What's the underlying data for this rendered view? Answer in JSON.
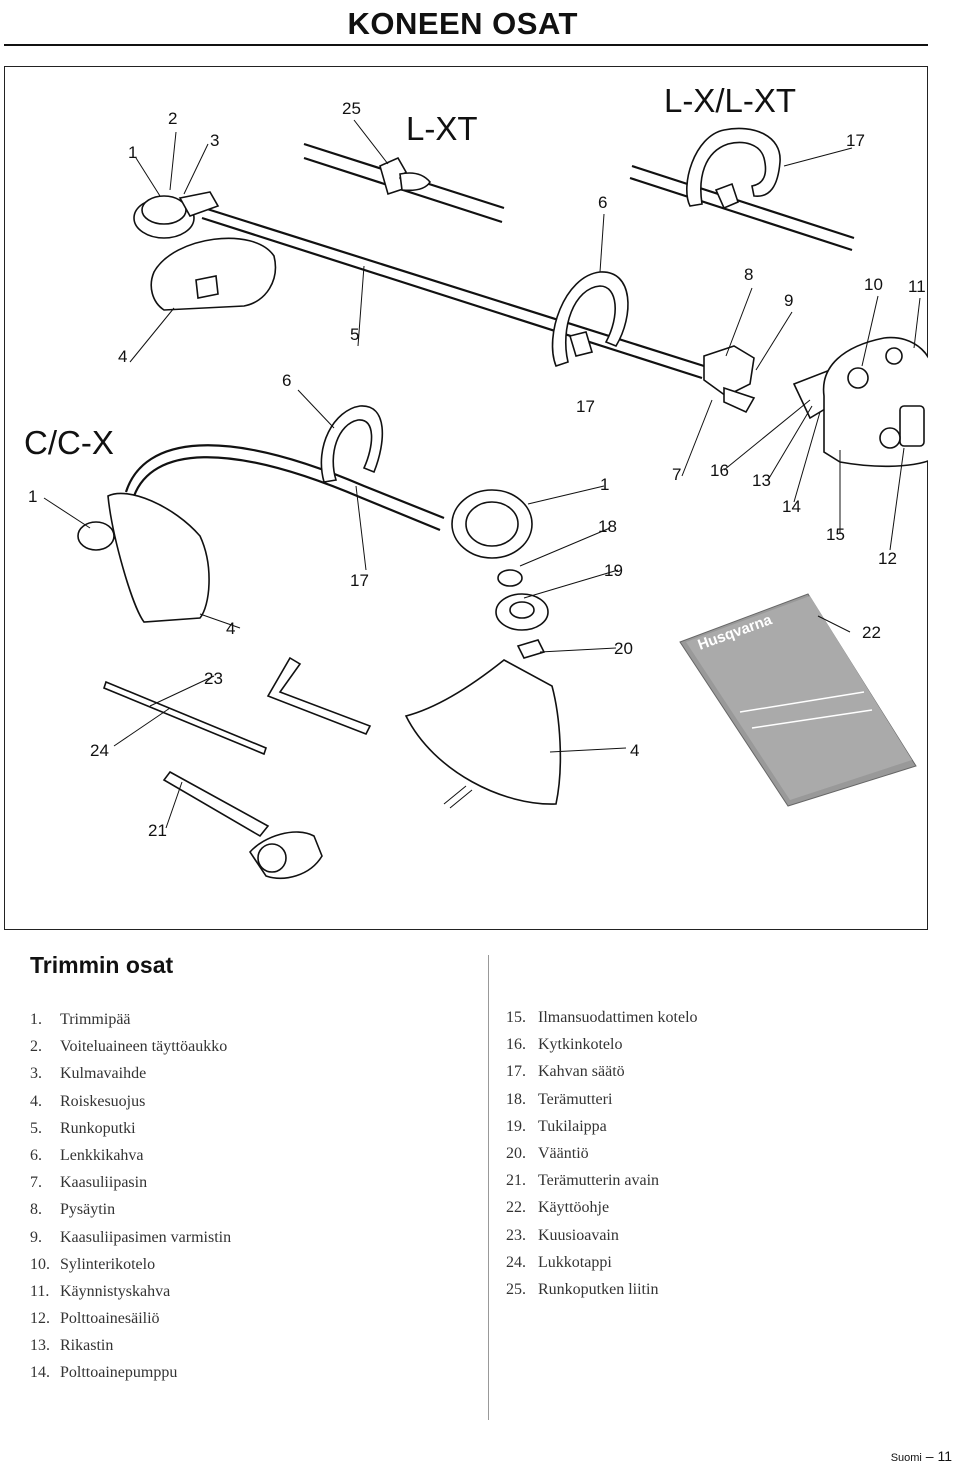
{
  "header": {
    "title": "KONEEN OSAT"
  },
  "diagram": {
    "models": {
      "lxt": "L-XT",
      "lx": "L-X/L-XT",
      "cx": "C/C-X"
    },
    "manual_brand": "Husqvarna",
    "callouts": {
      "c_1a": "1",
      "c_2": "2",
      "c_3": "3",
      "c_25": "25",
      "c_6a": "6",
      "c_17a": "17",
      "c_8": "8",
      "c_9": "9",
      "c_10": "10",
      "c_11": "11",
      "c_4a": "4",
      "c_5": "5",
      "c_6b": "6",
      "c_17b": "17",
      "c_1b": "1",
      "c_1c": "1",
      "c_7": "7",
      "c_16": "16",
      "c_13": "13",
      "c_14": "14",
      "c_18": "18",
      "c_15": "15",
      "c_12": "12",
      "c_19": "19",
      "c_17c": "17",
      "c_4b": "4",
      "c_20": "20",
      "c_22": "22",
      "c_23": "23",
      "c_24": "24",
      "c_4c": "4",
      "c_21": "21"
    }
  },
  "parts": {
    "heading": "Trimmin osat",
    "left": [
      {
        "num": "1.",
        "name": "Trimmipää"
      },
      {
        "num": "2.",
        "name": "Voiteluaineen täyttöaukko"
      },
      {
        "num": "3.",
        "name": "Kulmavaihde"
      },
      {
        "num": "4.",
        "name": "Roiskesuojus"
      },
      {
        "num": "5.",
        "name": "Runkoputki"
      },
      {
        "num": "6.",
        "name": "Lenkkikahva"
      },
      {
        "num": "7.",
        "name": "Kaasuliipasin"
      },
      {
        "num": "8.",
        "name": "Pysäytin"
      },
      {
        "num": "9.",
        "name": "Kaasuliipasimen varmistin"
      },
      {
        "num": "10.",
        "name": "Sylinterikotelo"
      },
      {
        "num": "11.",
        "name": "Käynnistyskahva"
      },
      {
        "num": "12.",
        "name": "Polttoainesäiliö"
      },
      {
        "num": "13.",
        "name": "Rikastin"
      },
      {
        "num": "14.",
        "name": "Polttoainepumppu"
      }
    ],
    "right": [
      {
        "num": "15.",
        "name": "Ilmansuodattimen kotelo"
      },
      {
        "num": "16.",
        "name": "Kytkinkotelo"
      },
      {
        "num": "17.",
        "name": "Kahvan säätö"
      },
      {
        "num": "18.",
        "name": "Terämutteri"
      },
      {
        "num": "19.",
        "name": "Tukilaippa"
      },
      {
        "num": "20.",
        "name": "Vääntiö"
      },
      {
        "num": "21.",
        "name": "Terämutterin avain"
      },
      {
        "num": "22.",
        "name": "Käyttöohje"
      },
      {
        "num": "23.",
        "name": "Kuusioavain"
      },
      {
        "num": "24.",
        "name": "Lukkotappi"
      },
      {
        "num": "25.",
        "name": "Runkoputken liitin"
      }
    ]
  },
  "footer": {
    "language": "Suomi",
    "separator": "–",
    "page": "11"
  }
}
